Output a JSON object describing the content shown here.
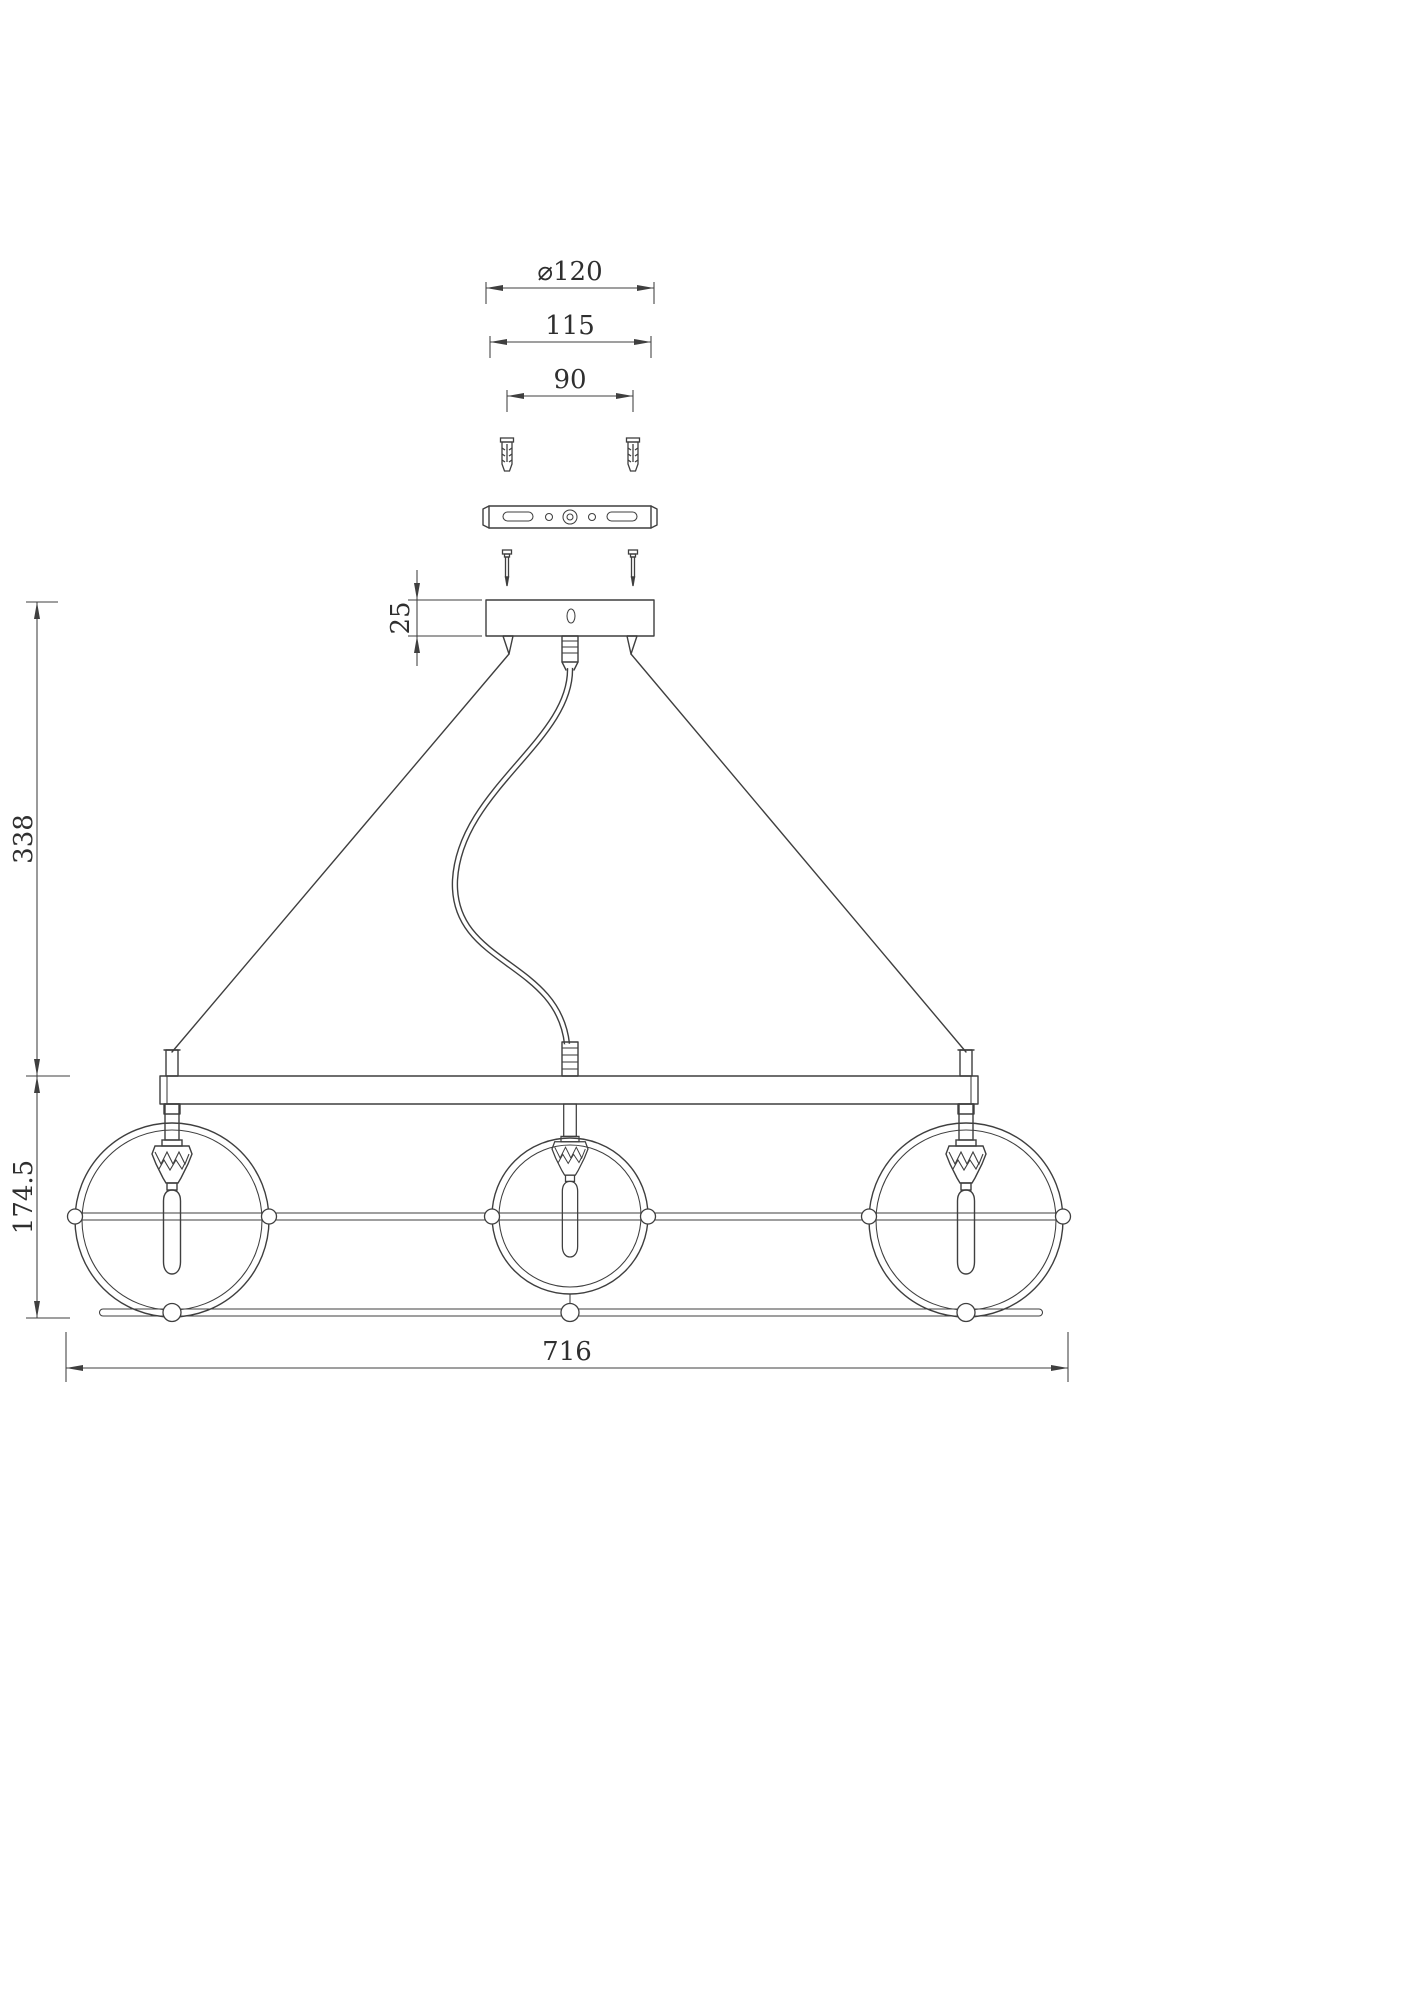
{
  "drawing": {
    "title": "chandelier-installation-dimension-drawing",
    "colors": {
      "line": "#3f3f3f",
      "background": "#ffffff"
    },
    "dims": {
      "canopy_diameter": "⌀120",
      "bracket_length": "115",
      "hole_spacing": "90",
      "canopy_height": "25",
      "drop_height": "338",
      "body_height": "174.5",
      "overall_width": "716"
    }
  }
}
